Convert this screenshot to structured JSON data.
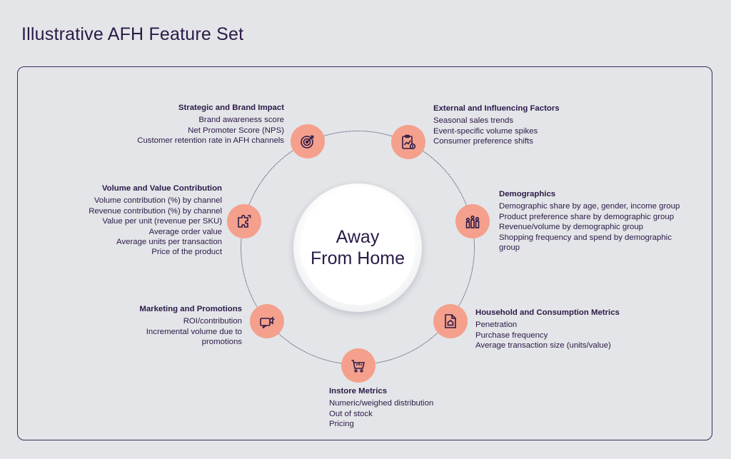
{
  "title": "Illustrative AFH Feature Set",
  "center": {
    "line1": "Away",
    "line2": "From Home"
  },
  "colors": {
    "node_fill": "#f4a08c",
    "text": "#2b1a47",
    "background": "#e3e5e8"
  },
  "groups": {
    "strategic": {
      "icon": "target-icon",
      "heading": "Strategic and Brand Impact",
      "items": [
        "Brand awareness score",
        "Net Promoter Score (NPS)",
        "Customer retention rate in AFH channels"
      ]
    },
    "external": {
      "icon": "clipboard-chart-icon",
      "heading": "External and Influencing Factors",
      "items": [
        "Seasonal sales trends",
        "Event-specific volume spikes",
        "Consumer preference shifts"
      ]
    },
    "volume": {
      "icon": "puzzle-icon",
      "heading": "Volume and Value Contribution",
      "items": [
        "Volume contribution (%) by channel",
        "Revenue contribution (%) by channel",
        "Value per unit (revenue per SKU)",
        "Average order value",
        "Average units per transaction",
        "Price of the product"
      ]
    },
    "demographics": {
      "icon": "people-bars-icon",
      "heading": "Demographics",
      "items": [
        "Demographic share by age, gender, income group",
        "Product preference share by demographic group",
        "Revenue/volume by demographic group",
        "Shopping frequency and spend by demographic",
        "group"
      ]
    },
    "marketing": {
      "icon": "megaphone-icon",
      "heading": "Marketing and Promotions",
      "items": [
        "ROI/contribution",
        "Incremental volume due to",
        "promotions"
      ]
    },
    "household": {
      "icon": "house-document-icon",
      "heading": "Household and Consumption Metrics",
      "items": [
        "Penetration",
        "Purchase frequency",
        "Average transaction size (units/value)"
      ]
    },
    "instore": {
      "icon": "cart-icon",
      "heading": "Instore Metrics",
      "items": [
        "Numeric/weighed distribution",
        "Out of stock",
        "Pricing"
      ]
    }
  }
}
